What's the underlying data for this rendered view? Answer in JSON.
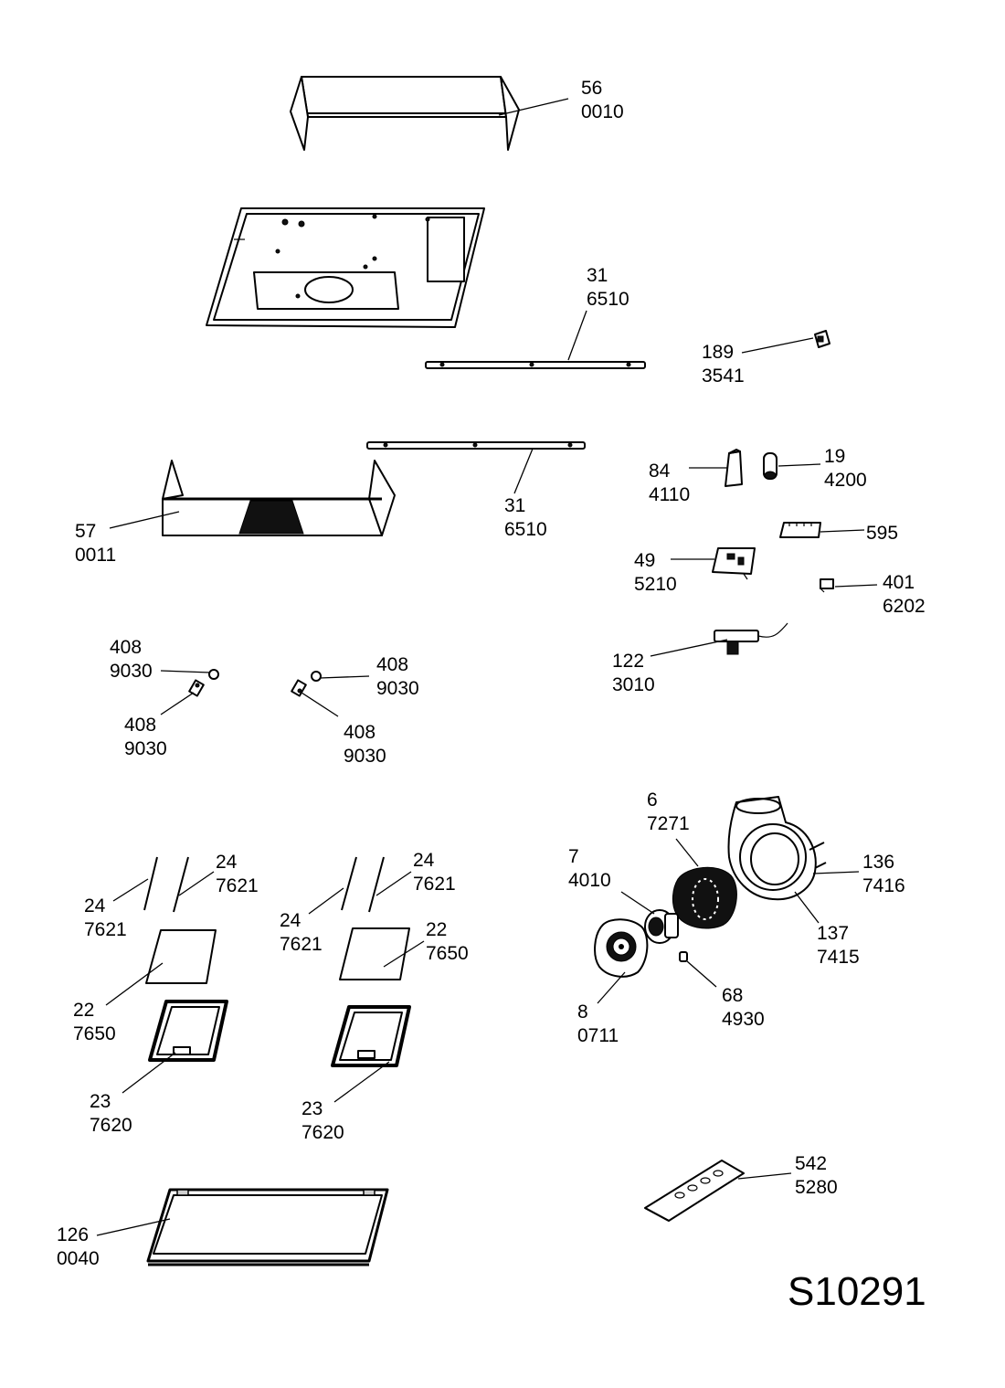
{
  "drawing_code": "S10291",
  "labels": {
    "l56": [
      "56",
      "0010"
    ],
    "l31a": [
      "31",
      "6510"
    ],
    "l189": [
      "189",
      "3541"
    ],
    "l31b": [
      "31",
      "6510"
    ],
    "l84": [
      "84",
      "4110"
    ],
    "l19": [
      "19",
      "4200"
    ],
    "l57": [
      "57",
      "0011"
    ],
    "l595": [
      "595"
    ],
    "l49": [
      "49",
      "5210"
    ],
    "l401": [
      "401",
      "6202"
    ],
    "l122": [
      "122",
      "3010"
    ],
    "l408a": [
      "408",
      "9030"
    ],
    "l408b": [
      "408",
      "9030"
    ],
    "l408c": [
      "408",
      "9030"
    ],
    "l408d": [
      "408",
      "9030"
    ],
    "l6": [
      "6",
      "7271"
    ],
    "l7": [
      "7",
      "4010"
    ],
    "l136": [
      "136",
      "7416"
    ],
    "l137": [
      "137",
      "7415"
    ],
    "l68": [
      "68",
      "4930"
    ],
    "l8": [
      "8",
      "0711"
    ],
    "l24a": [
      "24",
      "7621"
    ],
    "l24b": [
      "24",
      "7621"
    ],
    "l24c": [
      "24",
      "7621"
    ],
    "l24d": [
      "24",
      "7621"
    ],
    "l22a": [
      "22",
      "7650"
    ],
    "l22b": [
      "22",
      "7650"
    ],
    "l23a": [
      "23",
      "7620"
    ],
    "l23b": [
      "23",
      "7620"
    ],
    "l542": [
      "542",
      "5280"
    ],
    "l126": [
      "126",
      "0040"
    ]
  }
}
